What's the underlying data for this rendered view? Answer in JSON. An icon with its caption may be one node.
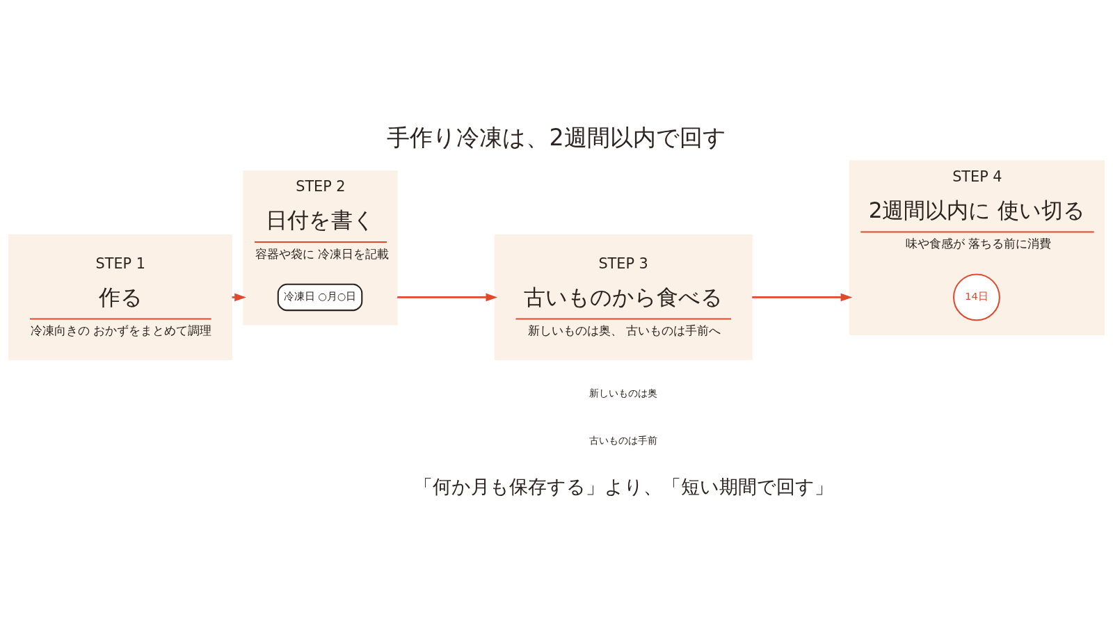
{
  "diagram": {
    "title": "手作り冷凍は、2週間以内で回す",
    "caption": "「何か月も保存する」より、「短い期間で回す」",
    "nodes": [
      {
        "text": [
          "STEP 1",
          "作る",
          "冷凍向きの おかずをまとめて調理"
        ]
      },
      {
        "text": [
          "STEP 2",
          "日付を書く",
          "容器や袋に 冷凍日を記載"
        ]
      },
      {
        "text": [
          "冷凍日 ○月○日"
        ],
        "in": 1
      },
      {
        "text": [
          "STEP 3",
          "古いものから食べる",
          "新しいものは奥、 古いものは手前へ"
        ]
      },
      {
        "text": [
          "STEP 4",
          "2週間以内に 使い切る",
          "味や食感が 落ちる前に消費"
        ]
      },
      {
        "text": [
          "14日"
        ],
        "in": 4
      }
    ],
    "edges": [
      {
        "from": 0,
        "to": 1,
        "arrow": "to"
      },
      {
        "from": 1,
        "to": 3,
        "arrow": "to"
      },
      {
        "from": 3,
        "to": 4,
        "arrow": "to"
      }
    ],
    "labels": [
      "新しいものは奥",
      "古いものは手前"
    ]
  }
}
